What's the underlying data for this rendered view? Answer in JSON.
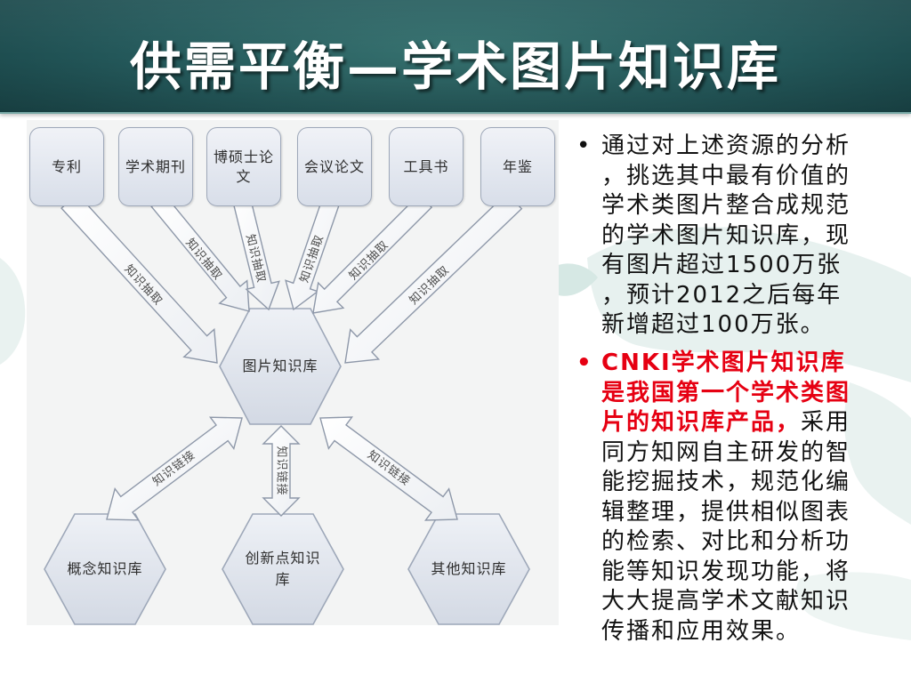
{
  "title": "供需平衡—学术图片知识库",
  "diagram": {
    "sources": [
      "专利",
      "学术期刊",
      "博硕士论文",
      "会议论文",
      "工具书",
      "年鉴"
    ],
    "center": "图片知识库",
    "targets": [
      "概念知识库",
      "创新点知识库",
      "其他知识库"
    ],
    "extract_labels": [
      "知识抽取",
      "知识抽取",
      "知识抽取",
      "知识抽取",
      "知识抽取",
      "知识抽取"
    ],
    "link_labels": [
      "知识链接",
      "知识链接",
      "知识链接"
    ]
  },
  "bullets": {
    "marker": "•",
    "first": {
      "lines": [
        "通过对上述资源的分析",
        "，挑选其中最有价值的",
        "学术类图片整合成规范",
        "的学术图片知识库，现",
        "有图片超过1500万张",
        "，预计2012之后每年",
        "新增超过100万张。"
      ]
    },
    "second": {
      "emphasis_lines": [
        "CNKI学术图片知识库",
        "是我国第一个学术类图",
        "片的知识库产品，"
      ],
      "lines": [
        "采用",
        "同方知网自主研发的智",
        "能挖掘技术，规范化编",
        "辑整理，提供相似图表",
        "的检索、对比和分析功",
        "能等知识发现功能，将",
        "大大提高学术文献知识",
        "传播和应用效果。"
      ]
    }
  },
  "colors": {
    "title_bar": "#24595b",
    "emphasis_text": "#e60012",
    "node_border": "#9ea8b9",
    "body_text": "#111111"
  }
}
